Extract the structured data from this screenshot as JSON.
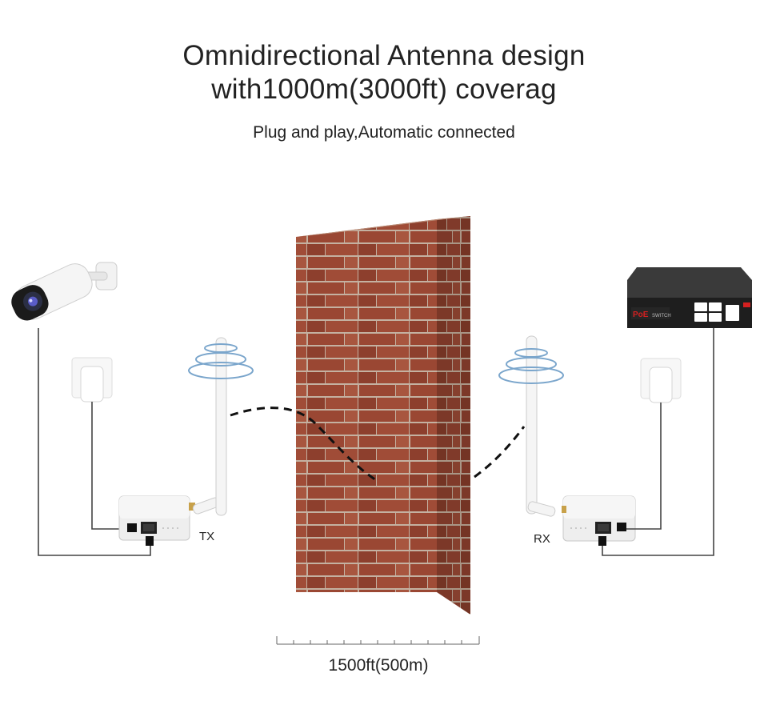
{
  "title": {
    "line1": "Omnidirectional Antenna design",
    "line2": "with1000m(3000ft) coverag"
  },
  "subtitle": "Plug and play,Automatic connected",
  "labels": {
    "tx": "TX",
    "rx": "RX",
    "switch_brand": "PoE",
    "switch_text": "SWITCH"
  },
  "distance": "1500ft(500m)",
  "colors": {
    "brick": "#9b4a36",
    "brick_shadow": "#7a3828",
    "mortar": "#c8b7a8",
    "link_dash": "#111111",
    "wire": "#444444",
    "device_white": "#eeeeee",
    "switch_body": "#2a2a2a",
    "switch_red": "#d42020"
  },
  "icons": [
    "camera-icon",
    "power-adapter-icon",
    "transmitter-icon",
    "receiver-icon",
    "antenna-icon",
    "signal-waves-icon",
    "poe-switch-icon",
    "brick-wall-icon"
  ]
}
